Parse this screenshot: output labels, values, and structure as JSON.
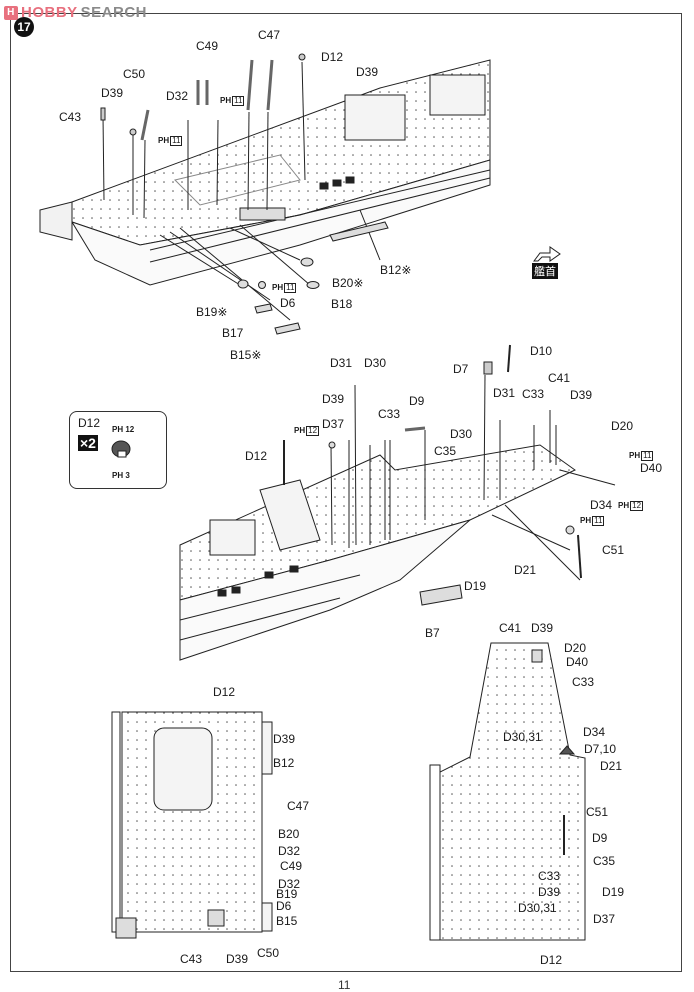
{
  "watermark": {
    "logo": "H",
    "brand_part1": "HOBBY",
    "brand_part2": "SEARCH"
  },
  "step": {
    "number": "17"
  },
  "bow_indicator": {
    "label": "艦首",
    "icon": "arrow-right-icon"
  },
  "inset": {
    "part": "D12",
    "multiplier": "×2",
    "photo_etch": [
      "PH 12",
      "PH 3"
    ]
  },
  "panel_stern_perspective": {
    "labels": [
      "C43",
      "D39",
      "C50",
      "D32",
      "C49",
      "C47",
      "D12",
      "D39",
      "B12※",
      "B20※",
      "B18",
      "D6",
      "B19※",
      "B17",
      "B15※"
    ],
    "photo_etch": [
      "11",
      "11",
      "11"
    ]
  },
  "panel_bow_perspective": {
    "labels": [
      "D31",
      "D30",
      "D39",
      "D37",
      "C33",
      "D9",
      "C35",
      "D12",
      "D7",
      "D10",
      "D31",
      "D30",
      "C33",
      "C41",
      "D39",
      "D20",
      "D40",
      "D34",
      "D21",
      "C51",
      "D19",
      "B7"
    ],
    "photo_etch": [
      "12",
      "11",
      "12",
      "11"
    ]
  },
  "panel_stern_plan": {
    "labels": [
      "D12",
      "D39",
      "B12",
      "C47",
      "B20",
      "D32",
      "C49",
      "D32",
      "B19",
      "D6",
      "B15",
      "C43",
      "D39",
      "C50"
    ]
  },
  "panel_bow_plan": {
    "labels": [
      "C41",
      "D39",
      "D20",
      "D40",
      "C33",
      "D34",
      "D30,31",
      "D7,10",
      "D21",
      "C51",
      "D9",
      "C35",
      "C33",
      "D19",
      "D39",
      "D30,31",
      "D37",
      "D12"
    ]
  },
  "footer": {
    "page_number": "11"
  },
  "ph_prefix": "PH"
}
